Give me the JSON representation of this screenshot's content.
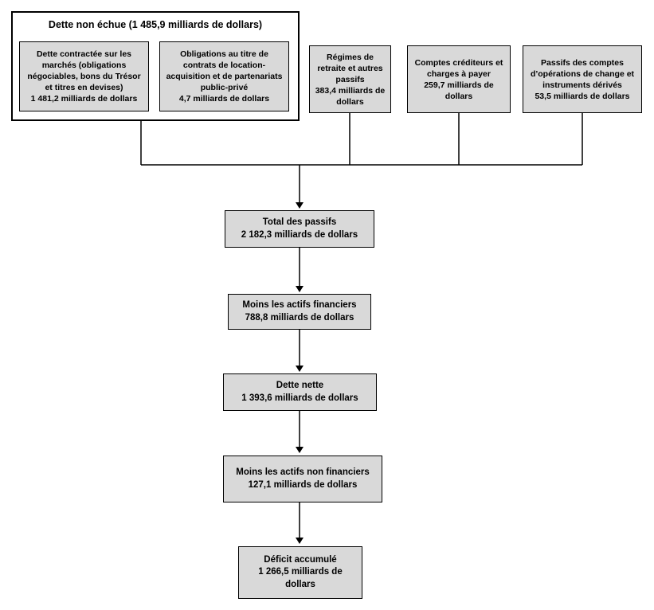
{
  "colors": {
    "box_fill": "#d9d9d9",
    "box_border": "#000000",
    "connector": "#000000"
  },
  "diagram": {
    "group": {
      "title": "Dette non échue (1 485,9 milliards de dollars)",
      "children": [
        {
          "label": "Dette contractée sur les marchés (obligations négociables, bons du Trésor et titres en devises)",
          "value": "1 481,2 milliards de dollars"
        },
        {
          "label": "Obligations au titre de contrats de location-acquisition et de partenariats public-privé",
          "value": "4,7 milliards de dollars"
        }
      ]
    },
    "top_boxes": [
      {
        "label": "Régimes de retraite et autres passifs",
        "value": "383,4 milliards de dollars"
      },
      {
        "label": "Comptes créditeurs et charges à payer",
        "value": "259,7 milliards de dollars"
      },
      {
        "label": "Passifs des comptes d’opérations de change et instruments dérivés",
        "value": "53,5 milliards de dollars"
      }
    ],
    "chain": [
      {
        "label": "Total des passifs",
        "value": "2 182,3 milliards de dollars"
      },
      {
        "label": "Moins les actifs financiers",
        "value": "788,8 milliards de dollars"
      },
      {
        "label": "Dette nette",
        "value": "1 393,6 milliards de dollars"
      },
      {
        "label": "Moins les actifs non financiers",
        "value": "127,1 milliards de dollars"
      },
      {
        "label": "Déficit accumulé",
        "value": "1 266,5 milliards de dollars"
      }
    ]
  }
}
